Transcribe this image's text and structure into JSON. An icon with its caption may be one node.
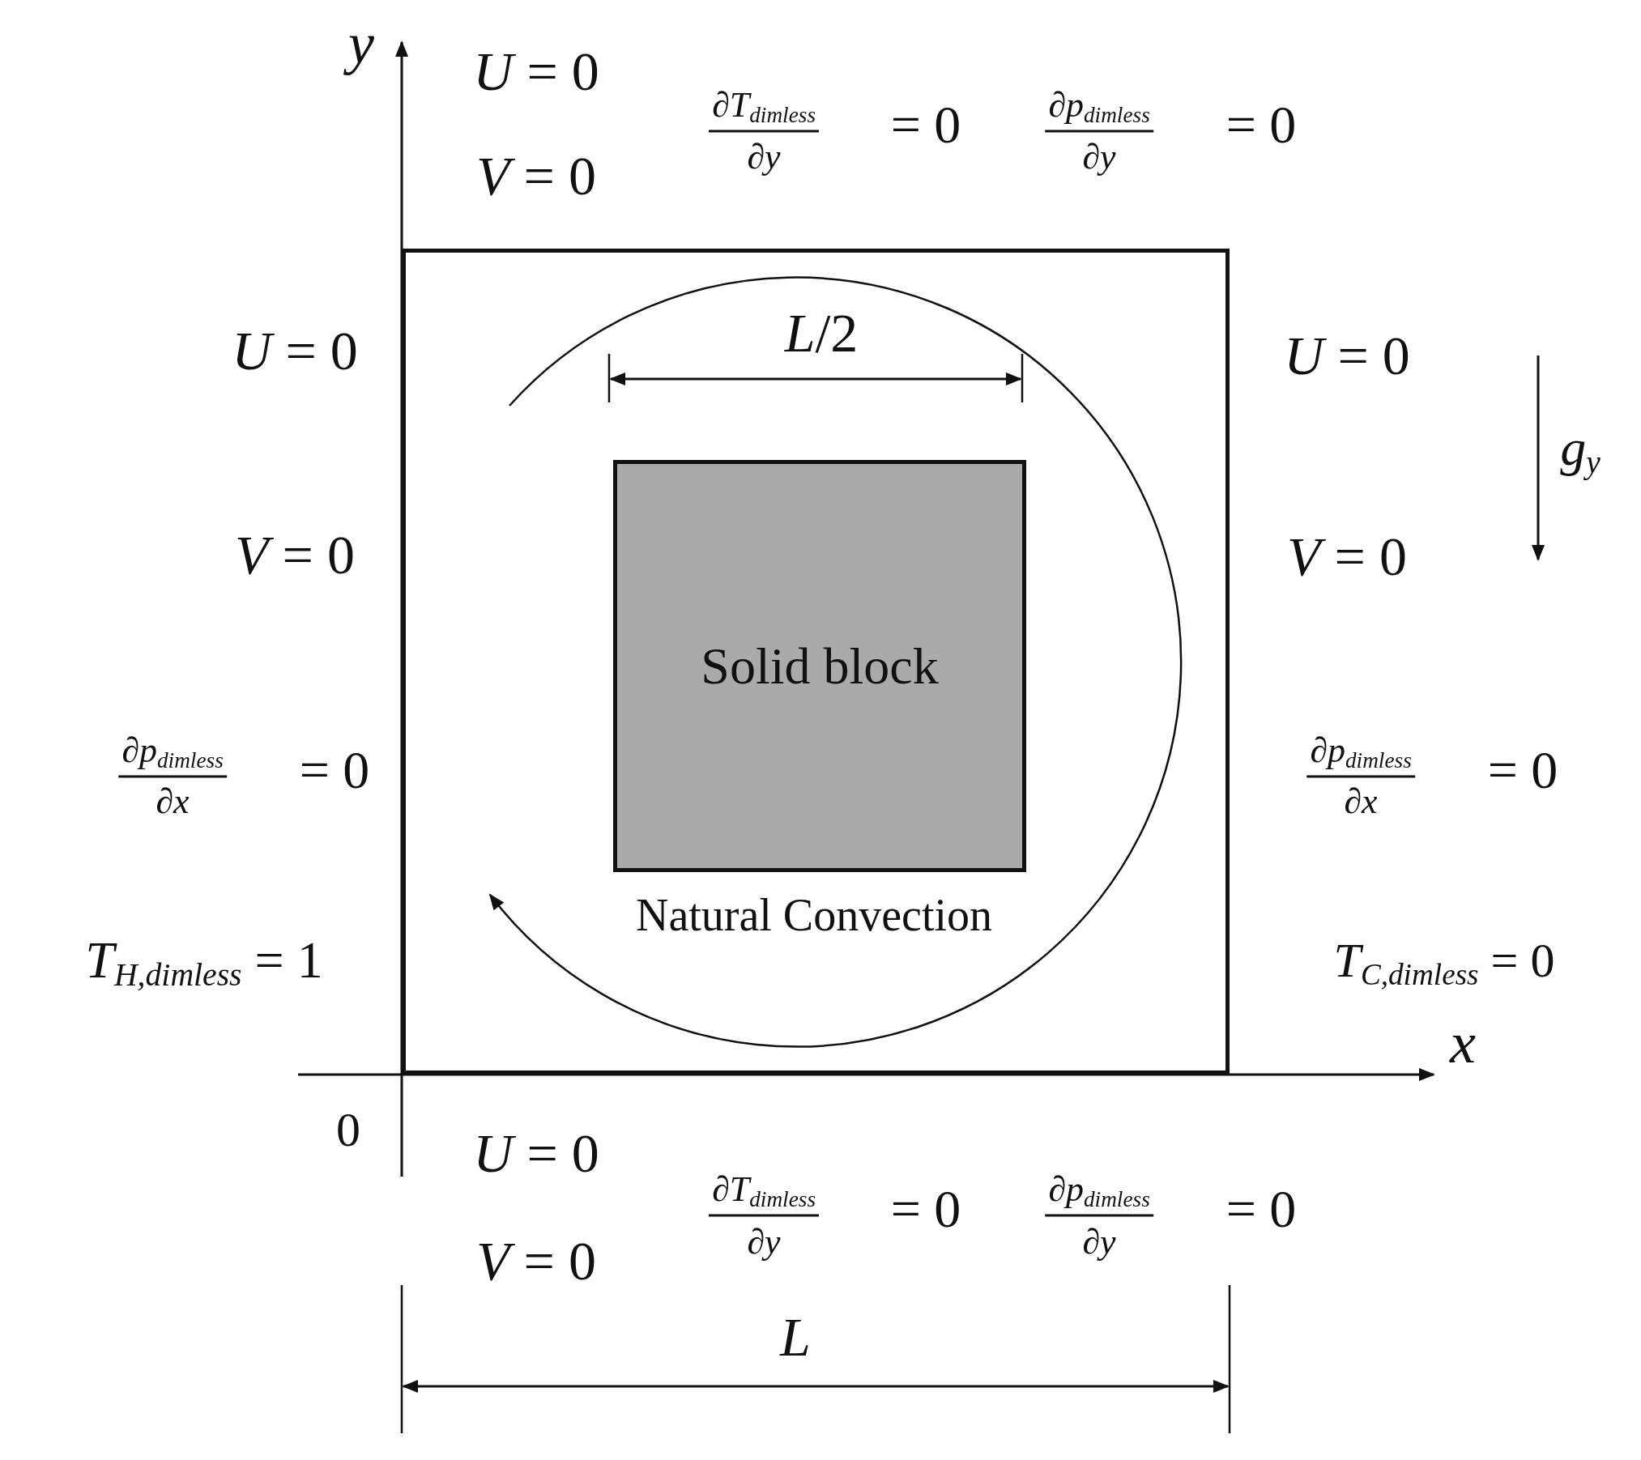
{
  "diagram": {
    "nodes": [
      {
        "text": [],
        "shape": "box"
      },
      {
        "text": [
          "Solid block"
        ],
        "in": 0
      }
    ],
    "edges": [],
    "labels": [
      "*y*",
      "*U* = 0",
      "∂*T*$_{dimless}$",
      "= 0",
      "∂*p*$_{dimless}$",
      "= 0",
      "∂*y*",
      "∂*y*",
      "*V* = 0",
      "*L*/2",
      "*U* = 0",
      "*U* = 0",
      "*g*$_{y}$",
      "*V* = 0",
      "*V* = 0",
      "∂*p*$_{dimless}$",
      "= 0",
      "∂*p*$_{dimless}$",
      "= 0",
      "∂*x*",
      "∂*x*",
      "Natural Convection",
      "*T*$_{H,dimless}$ = 1",
      "*T*$_{C,dimless}$ = 0",
      "*x*",
      "0",
      "*U* = 0",
      "∂*T*$_{dimless}$",
      "= 0",
      "∂*p*$_{dimless}$",
      "= 0",
      "∂*y*",
      "∂*y*",
      "*V* = 0",
      "*L*"
    ]
  }
}
